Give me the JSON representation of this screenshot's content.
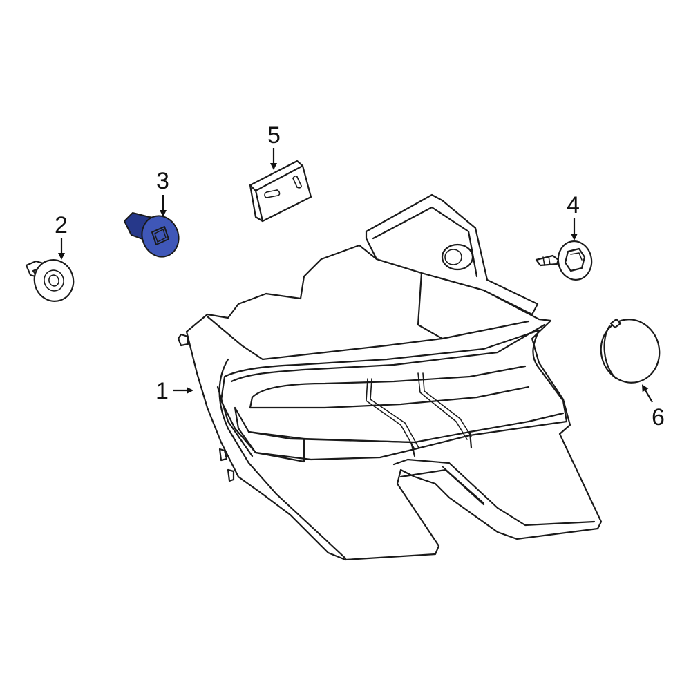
{
  "colors": {
    "highlight": "#3f57b8",
    "highlight_dark": "#26388a",
    "outline": "#1a1a1a",
    "background": "#ffffff"
  },
  "callouts": [
    {
      "id": "callout-1",
      "label": "1"
    },
    {
      "id": "callout-2",
      "label": "2"
    },
    {
      "id": "callout-3",
      "label": "3"
    },
    {
      "id": "callout-4",
      "label": "4"
    },
    {
      "id": "callout-5",
      "label": "5"
    },
    {
      "id": "callout-6",
      "label": "6"
    }
  ],
  "highlighted_part": "3"
}
